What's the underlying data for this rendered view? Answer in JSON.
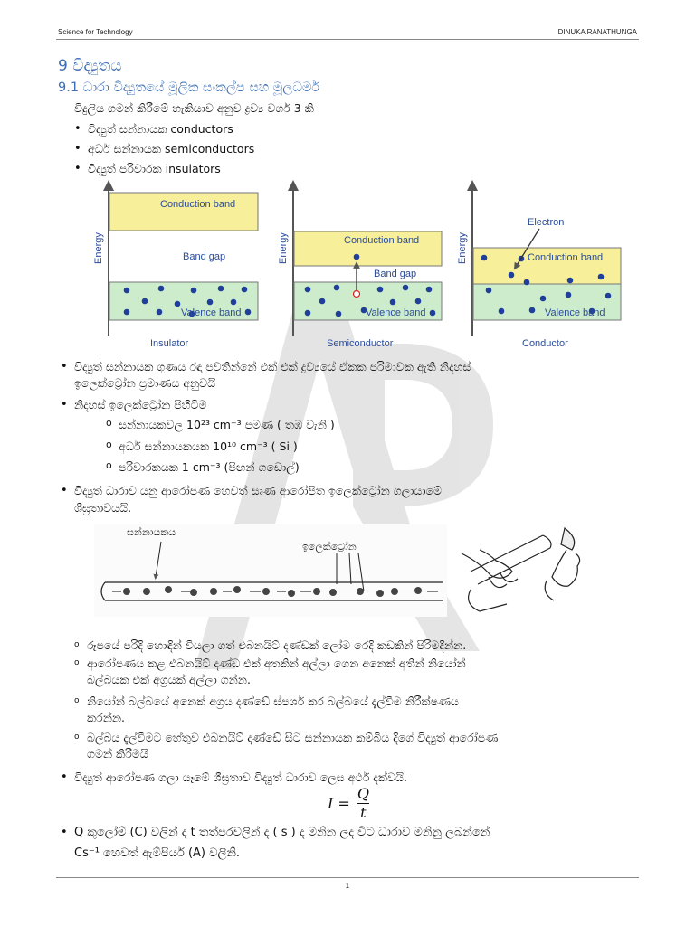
{
  "header": {
    "left": "Science for Technology",
    "right": "DINUKA RANATHUNGA"
  },
  "heading1": "9 විද්‍යුතය",
  "heading2": "9.1 ධාරා විද්‍යුතයේ මූලික සංකල්ප සහ මූලධර්ම",
  "intro": "විදුලිය ගමන් කිරීමේ හැකියාව අනුව ද්‍රව්‍ය වර්ග 3 කි",
  "material_types": [
    "විද්‍යුත් සන්නායක conductors",
    "අර්ධ සන්නායක semiconductors",
    "විද්‍යුත් පරිවාරක insulators"
  ],
  "band_diagram": {
    "energy_label": "Energy",
    "conduction_band": "Conduction band",
    "valence_band": "Valence band",
    "band_gap": "Band gap",
    "electron": "Electron",
    "captions": [
      "Insulator",
      "Semiconductor",
      "Conductor"
    ]
  },
  "bullet_conductivity": [
    "විද්‍යුත් සන්නායක ගුණය රඳා පවතින්නේ එක් එක් ද්‍රව්‍යයේ ඒකක පරිමාවක ඇති නිදහස්",
    "ඉලෙක්ට්‍රෝන ප්‍රමාණය අනුවයි"
  ],
  "free_electrons_title": "නිදහස් ඉලෙක්ට්‍රෝන පිහිටීම",
  "free_electrons": [
    "සන්නායකවල 10²³ cm⁻³ පමණ ( තඹ වැනි )",
    "අර්ධ සන්නායකයක 10¹⁰ cm⁻³ ( Si )",
    "පරිවාරකයක 1 cm⁻³ (පිඟන් ගඩොල්)"
  ],
  "current_definition": [
    "විද්‍යුත් ධාරාව යනු ආරෝපණ හෙවත් සෘණ ආරෝපිත ඉලෙක්ට්‍රෝන ගලායාමේ",
    "ශීඝ්‍රතාවයයි."
  ],
  "wire_figure": {
    "conductor_label": "සන්නායකය",
    "electron_label": "ඉලෙක්ට්‍රෝන"
  },
  "experiment_steps": [
    [
      "රූපයේ පරිදි හොඳින් වියලා ගත් එබනයිට් දණ්ඩක් ලෝම රෙදි කඩකින් පිරිමදින්න."
    ],
    [
      "ආරෝපණය කළ එබනයිට් දණ්ඩ එක් අතකින් අල්ලා ගෙන අනෙක් අතින් නියෝන්",
      "බල්බයක එක් අග්‍රයක් අල්ලා ගන්න."
    ],
    [
      "නියෝන් බල්බයේ අනෙක් අග්‍රය දණ්ඩේ ස්පර්ශ කර බල්බයේ දැල්වීම නිරීක්ෂණය",
      "කරන්න."
    ],
    [
      "බල්බය දැල්වීමට හේතුව එබනයිට් දණ්ඩේ සිට සන්නායක කම්බිය දිගේ විද්‍යුත් ආරෝපණ",
      "ගමන් කිරීමයි"
    ]
  ],
  "current_expr": "විද්‍යුත් ආරෝපණ ගලා යෑමේ ශීඝ්‍රතාව විද්‍යුත් ධාරාව ලෙස අර්ථ දක්වයි.",
  "formula": {
    "lhs": "I =",
    "num": "Q",
    "den": "t"
  },
  "units_text": [
    "Q කූලෝම් (C) වලින් ද t තත්පරවලින් ද ( s ) ද මනින ලද විට ධාරාව මනිනු ලබන්නේ",
    "Cs⁻¹ හෙවත් ඇම්පියර් (A) වලිනි."
  ],
  "page_number": "1"
}
